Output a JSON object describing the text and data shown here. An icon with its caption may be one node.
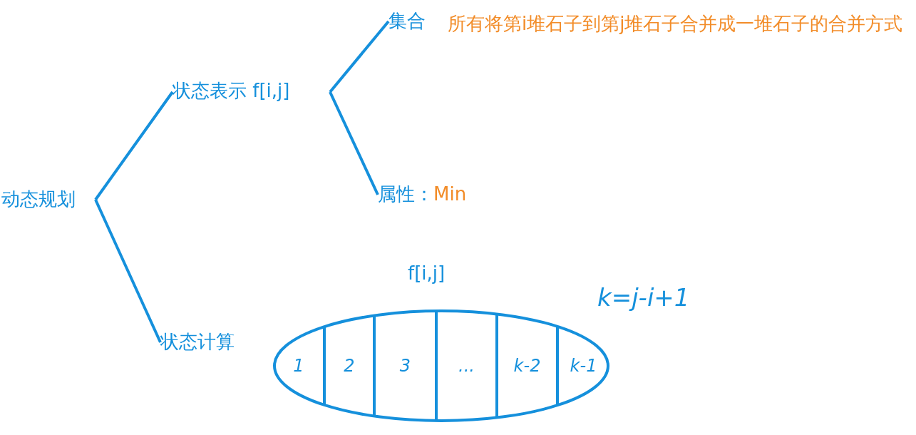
{
  "diagram": {
    "nodes": [
      {
        "text": [
          "动态规划"
        ]
      },
      {
        "text": [
          "状态表示 f[i,j]"
        ]
      },
      {
        "text": [
          "集合"
        ],
        "beside": [
          "所有将第i堆石子到第j堆石子合并成一堆石子的合并方式"
        ]
      },
      {
        "text": [
          "属性：",
          "Min"
        ]
      },
      {
        "text": [
          "状态计算"
        ]
      },
      {
        "text": [
          "f[i,j]"
        ]
      },
      {
        "text": [
          "1"
        ],
        "in": 5
      },
      {
        "text": [
          "2"
        ],
        "in": 5
      },
      {
        "text": [
          "3"
        ],
        "in": 5
      },
      {
        "text": [
          "..."
        ],
        "in": 5
      },
      {
        "text": [
          "k-2"
        ],
        "in": 5
      },
      {
        "text": [
          "k-1"
        ],
        "in": 5
      }
    ],
    "edges": [
      {
        "from": 0,
        "to": 1,
        "arrow": "none"
      },
      {
        "from": 0,
        "to": 4,
        "arrow": "none"
      },
      {
        "from": 1,
        "to": 2,
        "arrow": "none"
      },
      {
        "from": 1,
        "to": 3,
        "arrow": "none"
      }
    ],
    "labels": [
      "k=j-i+1"
    ]
  }
}
